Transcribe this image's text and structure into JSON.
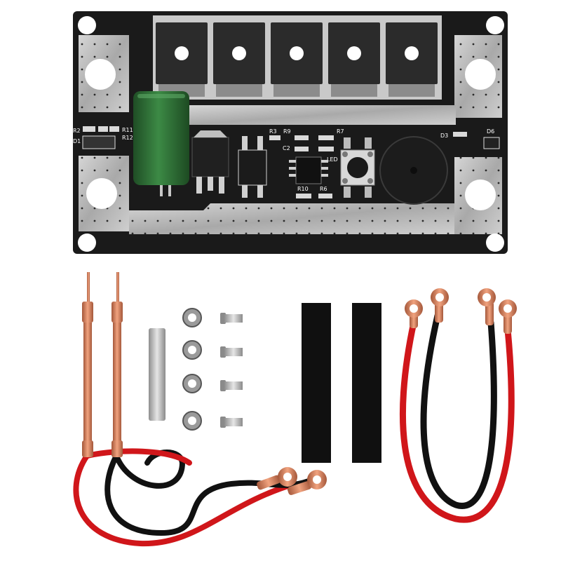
{
  "product": {
    "board": {
      "labels": {
        "r2": "R2",
        "d1": "D1",
        "r11": "R11",
        "r12": "R12",
        "r3": "R3",
        "r9": "R9",
        "r7": "R7",
        "c2": "C2",
        "led": "LED",
        "r10": "R10",
        "r6": "R6",
        "d3": "D3",
        "d6": "D6"
      },
      "components": [
        "mosfet-array",
        "capacitor",
        "voltage-regulator",
        "trigger-button",
        "buzzer",
        "chip"
      ],
      "colors": {
        "pcb": "#1a1a1a",
        "plating": "#b9b9b9",
        "capacitor": "#2f6b34"
      }
    },
    "accessories": {
      "welding_pens": 2,
      "nickel_strip": 1,
      "nuts": 4,
      "screws": 4,
      "insulation_strips": 2,
      "cable_pairs": 2,
      "colors": {
        "copper": "#c9785a",
        "red_wire": "#d0161a",
        "black_wire": "#111111"
      }
    }
  }
}
